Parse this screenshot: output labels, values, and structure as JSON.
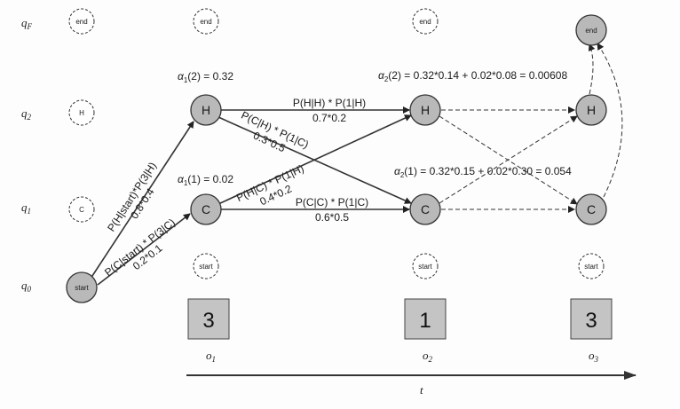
{
  "state_labels": {
    "qF": {
      "base": "q",
      "sub": "F"
    },
    "q2": {
      "base": "q",
      "sub": "2"
    },
    "q1": {
      "base": "q",
      "sub": "1"
    },
    "q0": {
      "base": "q",
      "sub": "0"
    }
  },
  "nodes": {
    "end": "end",
    "H": "H",
    "C": "C",
    "start": "start"
  },
  "observations": [
    {
      "value": "3",
      "label_base": "o",
      "label_sub": "1"
    },
    {
      "value": "1",
      "label_base": "o",
      "label_sub": "2"
    },
    {
      "value": "3",
      "label_base": "o",
      "label_sub": "3"
    }
  ],
  "time_label": "t",
  "alpha_labels": {
    "a1_2": {
      "sym": "α",
      "sub": "1",
      "rest": "(2) = 0.32"
    },
    "a1_1": {
      "sym": "α",
      "sub": "1",
      "rest": "(1) = 0.02"
    },
    "a2_2": {
      "sym": "α",
      "sub": "2",
      "rest": "(2) = 0.32*0.14 + 0.02*0.08 = 0.00608"
    },
    "a2_1": {
      "sym": "α",
      "sub": "2",
      "rest": "(1) = 0.32*0.15 + 0.02*0.30 = 0.054"
    }
  },
  "edge_labels": {
    "start_H_prob": "P(H|start)*P(3|H)",
    "start_H_val": "0.8*0.4",
    "start_C_prob": "P(C|start) * P(3|C)",
    "start_C_val": "0.2*0.1",
    "HH_prob": "P(H|H) * P(1|H)",
    "HH_val": "0.7*0.2",
    "HC_prob": "P(C|H) * P(1|C)",
    "HC_val": "0.3*0.5",
    "CH_prob": "P(H|C) * P(1|H)",
    "CH_val": "0.4*0.2",
    "CC_prob": "P(C|C) * P(1|C)",
    "CC_val": "0.6*0.5"
  }
}
